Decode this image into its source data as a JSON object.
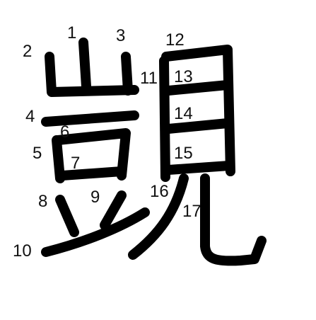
{
  "character": "覬",
  "ink_color": "#000000",
  "stroke_numbers": [
    "1",
    "2",
    "3",
    "4",
    "5",
    "6",
    "7",
    "8",
    "9",
    "10",
    "11",
    "12",
    "13",
    "14",
    "15",
    "16",
    "17"
  ]
}
